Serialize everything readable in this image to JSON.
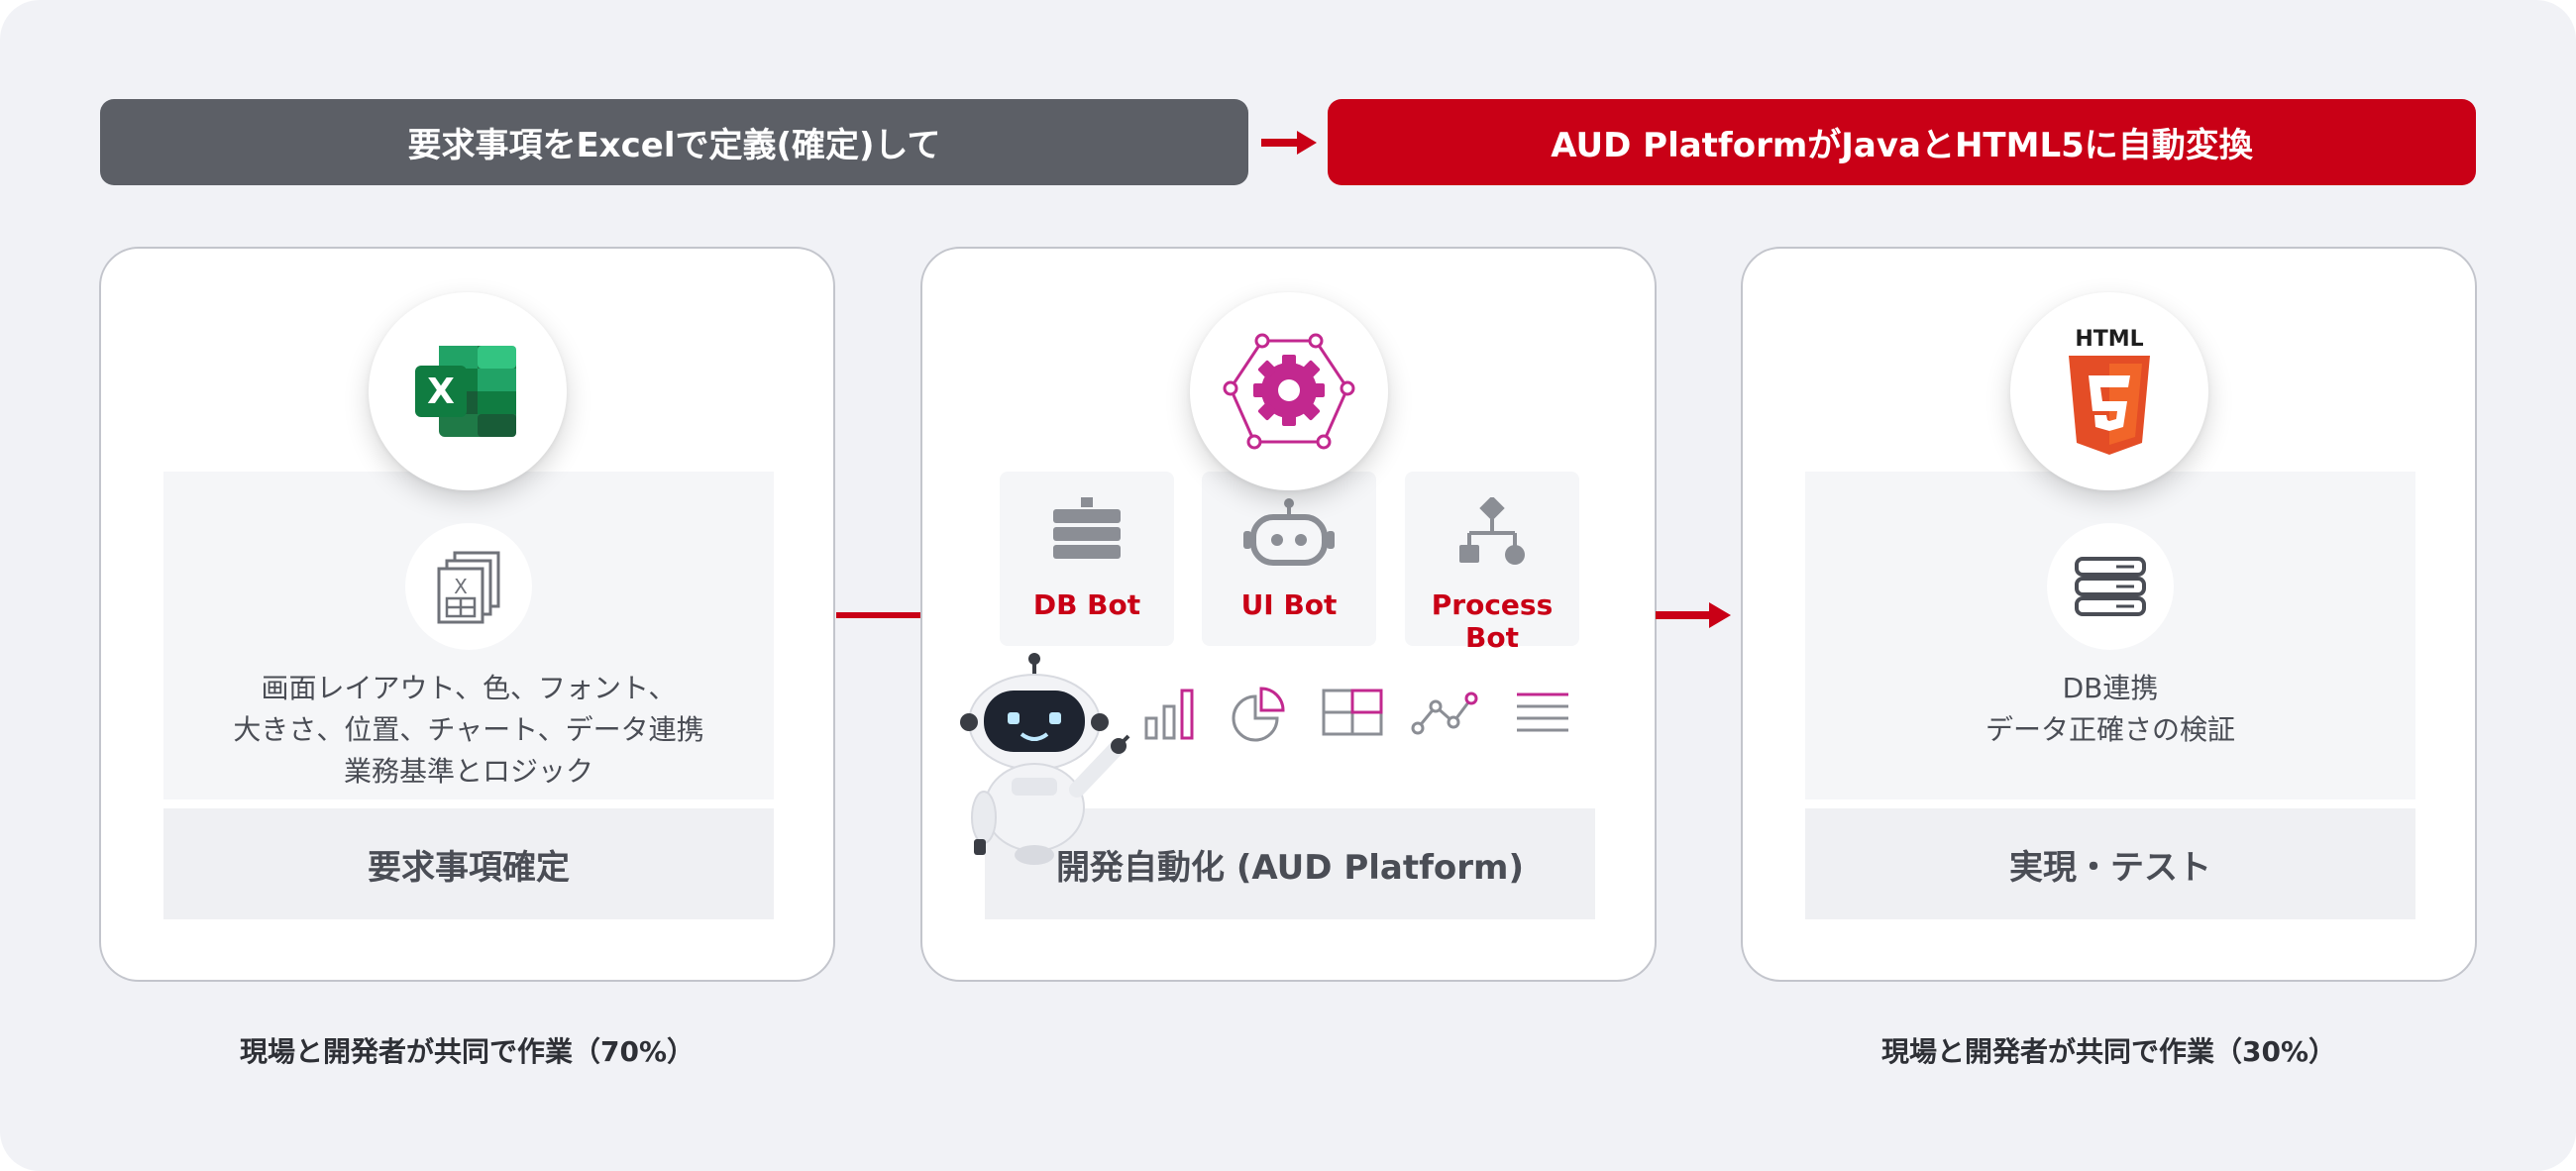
{
  "banners": {
    "left": "要求事項をExcelで定義(確定)して",
    "right": "AUD PlatformがJavaとHTML5に自動変換"
  },
  "card1": {
    "main_icon": "excel-icon",
    "sub_icon": "spreadsheet-document-icon",
    "lines": [
      "画面レイアウト、色、フォント、",
      "大きさ、位置、チャート、データ連携",
      "業務基準とロジック"
    ],
    "footer": "要求事項確定"
  },
  "card2": {
    "main_icon": "gear-network-icon",
    "bots": [
      {
        "label": "DB Bot",
        "icon": "database-stack-icon"
      },
      {
        "label": "UI Bot",
        "icon": "robot-face-icon"
      },
      {
        "label": "Process Bot",
        "icon": "flowchart-icon"
      }
    ],
    "chart_icons": [
      "bar-chart-icon",
      "pie-chart-icon",
      "table-grid-icon",
      "line-chart-icon",
      "list-icon"
    ],
    "footer": "開発自動化 (AUD Platform)"
  },
  "card3": {
    "main_icon": "html5-icon",
    "main_icon_text": "HTML",
    "sub_icon": "server-icon",
    "lines": [
      "DB連携",
      "データ正確さの検証"
    ],
    "footer": "実現・テスト"
  },
  "notes": {
    "left": "現場と開発者が共同で作業（70%）",
    "right": "現場と開発者が共同で作業（30%）"
  },
  "colors": {
    "accent_red": "#c90016",
    "banner_gray": "#5c5f66",
    "background": "#f1f2f6",
    "magenta": "#c2288f"
  }
}
